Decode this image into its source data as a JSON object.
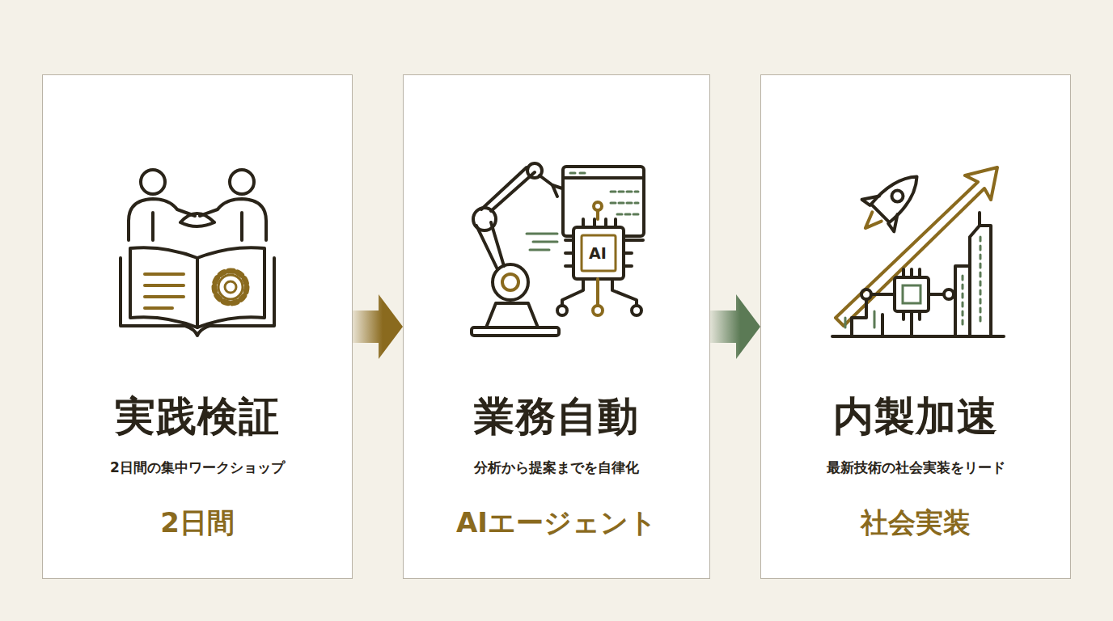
{
  "diagram": {
    "nodes": [
      {
        "text": [
          "実践検証",
          "2日間の集中ワークショップ",
          "2日間"
        ]
      },
      {
        "text": [
          "業務自動",
          "分析から提案までを自律化",
          "AIエージェント"
        ]
      },
      {
        "text": [
          "内製加速",
          "最新技術の社会実装をリード",
          "社会実装"
        ]
      }
    ],
    "edges": [
      {
        "from": 0,
        "to": 1,
        "arrow": "to"
      },
      {
        "from": 1,
        "to": 2,
        "arrow": "to"
      }
    ],
    "labels": [
      "AI"
    ]
  }
}
